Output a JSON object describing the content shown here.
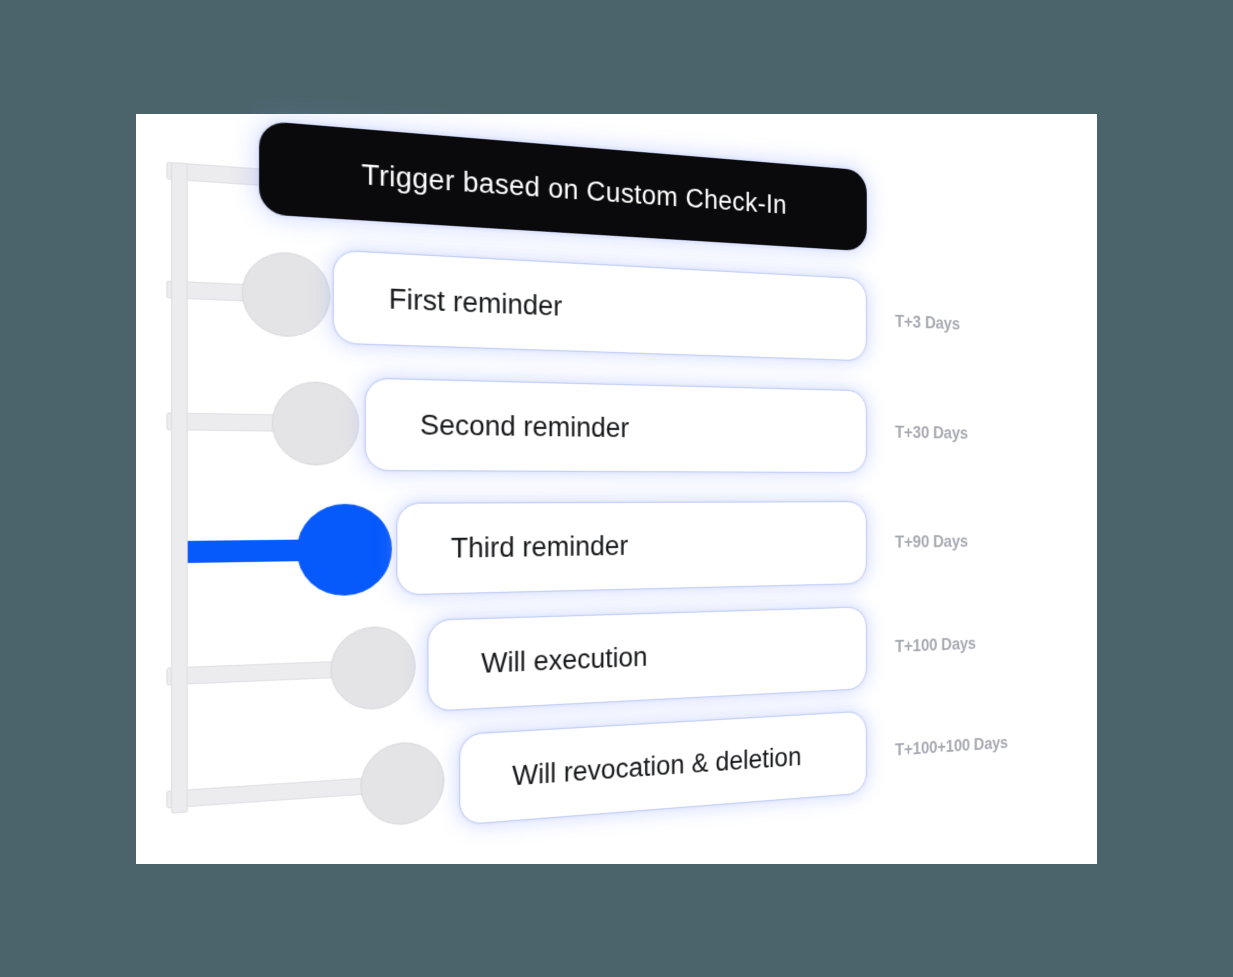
{
  "background_color": "#4b646c",
  "panel_color": "#ffffff",
  "diagram": {
    "trigger": {
      "label": "Trigger based on Custom Check-In"
    },
    "steps": [
      {
        "label": "First reminder",
        "timing": "T+3 Days",
        "active": false
      },
      {
        "label": "Second reminder",
        "timing": "T+30 Days",
        "active": false
      },
      {
        "label": "Third reminder",
        "timing": "T+90 Days",
        "active": true
      },
      {
        "label": "Will execution",
        "timing": "T+100 Days",
        "active": false
      },
      {
        "label": "Will revocation & deletion",
        "timing": "T+100+100 Days",
        "active": false
      }
    ],
    "colors": {
      "accent_blue": "#0659fb",
      "node_gray": "#e4e4e6",
      "line_gray": "#ececee",
      "card_border": "#bfcbf4",
      "pill_background": "#0a0a0c",
      "timing_text": "#a6aab1"
    }
  }
}
